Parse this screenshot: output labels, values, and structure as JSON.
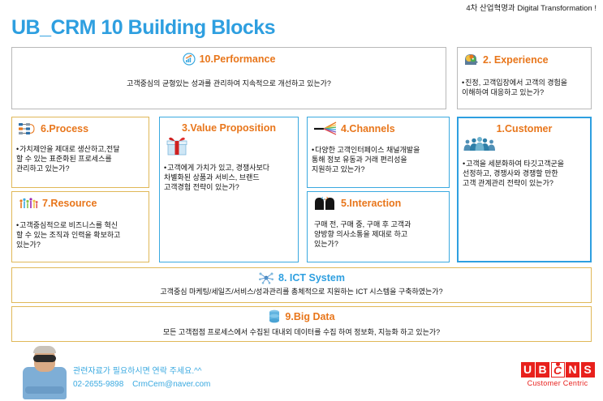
{
  "header": {
    "tagline": "4차 산업혁명과 Digital Transformation !",
    "title": "UB_CRM 10 Building Blocks"
  },
  "blocks": {
    "performance": {
      "title": "10.Performance",
      "icon": "growth-chart-icon",
      "body": "고객중심의 균형있는 성과를 관리하여 지속적으로 개선하고 있는가?"
    },
    "experience": {
      "title": "2. Experience",
      "icon": "head-brain-icon",
      "body": "진정, 고객입장에서 고객의 경험을\n이해하여 대응하고 있는가?"
    },
    "process": {
      "title": "6.Process",
      "icon": "process-flow-icon",
      "body": "가치제안을 제대로 생산하고,전달\n할 수 있는 표준화된  프로세스를\n관리하고 있는가?"
    },
    "resource": {
      "title": "7.Resource",
      "icon": "people-resource-icon",
      "body": "고객중심적으로 비즈니스를 혁신\n할 수 있는 조직과 인력을 확보하고\n있는가?"
    },
    "value": {
      "title": "3.Value Proposition",
      "icon": "gift-box-icon",
      "body": "고객에게 가치가 있고, 경쟁사보다\n차별화된 상품과 서비스, 브랜드\n고객경험 전략이 있는가?"
    },
    "channels": {
      "title": "4.Channels",
      "icon": "channel-fan-icon",
      "body": "다양한 고객인터페이스 채널개발을\n통해 정보 유동과 거래 편리성을\n지원하고 있는가?"
    },
    "interaction": {
      "title": "5.Interaction",
      "icon": "two-heads-icon",
      "body": "구매 전, 구매 중, 구매 후 고객과\n양방향 의사소통을 제대로 하고\n있는가?"
    },
    "customer": {
      "title": "1.Customer",
      "icon": "customer-group-icon",
      "body": "고객을 세분화하여 타깃고객군을\n선정하고, 경쟁사와 경쟁할 만한\n고객 관계관리 전략이 있는가?"
    },
    "ict": {
      "title": "8. ICT System",
      "icon": "network-node-icon",
      "body": "고객중심 마케팅/세일즈/서비스/성과관리를 총체적으로 지원하는 ICT 시스템을 구축하였는가?"
    },
    "bigdata": {
      "title": "9.Big Data",
      "icon": "database-icon",
      "body": "모든 고객접점 프로세스에서 수집된 대내외 데이터를 수집 하여 정보화, 지능화 하고 있는가?"
    }
  },
  "footer": {
    "avatar_icon": "person-photo-avatar",
    "message": "관련자료가 필요하시면 연락 주세요.^^",
    "phone": "02-2655-9898",
    "email": "CrmCem@naver.com",
    "logo": {
      "letters": [
        "U",
        "B",
        "C",
        "N",
        "S"
      ],
      "tagline": "Customer Centric"
    }
  },
  "colors": {
    "brand_blue": "#2e9fe0",
    "accent_orange": "#e8761b",
    "border_gold": "#e0b858",
    "logo_red": "#e8201c"
  }
}
